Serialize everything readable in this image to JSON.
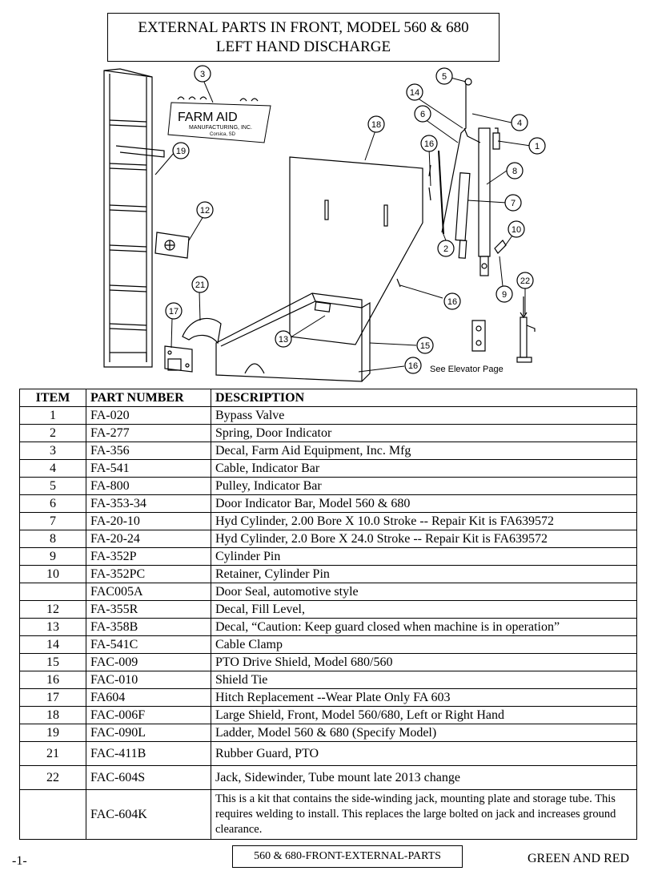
{
  "title": {
    "line1": "EXTERNAL PARTS IN FRONT, MODEL 560 & 680",
    "line2": "LEFT HAND DISCHARGE"
  },
  "diagram": {
    "callouts": [
      "3",
      "5",
      "14",
      "6",
      "4",
      "1",
      "18",
      "16",
      "19",
      "8",
      "7",
      "12",
      "10",
      "2",
      "21",
      "16",
      "22",
      "17",
      "9",
      "13",
      "15",
      "16"
    ],
    "decal_logo": {
      "line1": "FARM AID",
      "line2": "MANUFACTURING, INC.",
      "line3": "Corsica, SD"
    },
    "note": "See Elevator Page"
  },
  "table": {
    "headers": {
      "item": "ITEM",
      "part_number": "PART NUMBER",
      "description": "DESCRIPTION"
    },
    "rows": [
      {
        "item": "1",
        "pn": "FA-020",
        "desc": "Bypass Valve"
      },
      {
        "item": "2",
        "pn": "FA-277",
        "desc": "Spring, Door Indicator"
      },
      {
        "item": "3",
        "pn": "FA-356",
        "desc": "Decal, Farm Aid Equipment, Inc. Mfg"
      },
      {
        "item": "4",
        "pn": "FA-541",
        "desc": "Cable, Indicator Bar"
      },
      {
        "item": "5",
        "pn": "FA-800",
        "desc": "Pulley, Indicator Bar"
      },
      {
        "item": "6",
        "pn": "FA-353-34",
        "desc": "Door Indicator Bar, Model 560 & 680"
      },
      {
        "item": "7",
        "pn": "FA-20-10",
        "desc": "Hyd Cylinder, 2.00 Bore X 10.0 Stroke -- Repair Kit is FA639572"
      },
      {
        "item": "8",
        "pn": "FA-20-24",
        "desc": "Hyd Cylinder, 2.0 Bore X 24.0 Stroke -- Repair Kit is FA639572"
      },
      {
        "item": "9",
        "pn": "FA-352P",
        "desc": "Cylinder Pin"
      },
      {
        "item": "10",
        "pn": "FA-352PC",
        "desc": "Retainer, Cylinder Pin"
      },
      {
        "item": "",
        "pn": "FAC005A",
        "desc": "Door Seal, automotive style"
      },
      {
        "item": "12",
        "pn": "FA-355R",
        "desc": "Decal, Fill Level,"
      },
      {
        "item": "13",
        "pn": "FA-358B",
        "desc": "Decal, “Caution: Keep guard closed when machine is in operation”"
      },
      {
        "item": "14",
        "pn": "FA-541C",
        "desc": "Cable Clamp"
      },
      {
        "item": "15",
        "pn": "FAC-009",
        "desc": "PTO Drive Shield, Model 680/560"
      },
      {
        "item": "16",
        "pn": "FAC-010",
        "desc": "Shield Tie"
      },
      {
        "item": "17",
        "pn": "FA604",
        "desc": "Hitch Replacement --Wear Plate Only FA 603"
      },
      {
        "item": "18",
        "pn": "FAC-006F",
        "desc": "Large Shield, Front, Model 560/680, Left or Right Hand"
      },
      {
        "item": "19",
        "pn": "FAC-090L",
        "desc": "Ladder, Model 560 & 680 (Specify Model)"
      },
      {
        "item": "21",
        "pn": "FAC-411B",
        "desc": "Rubber Guard, PTO"
      },
      {
        "item": "22",
        "pn": "FAC-604S",
        "desc": "Jack, Sidewinder, Tube mount late 2013 change"
      },
      {
        "item": "",
        "pn": "FAC-604K",
        "desc": "This is a kit that contains the side-winding jack, mounting plate and storage tube. This requires welding to install. This replaces the large bolted on jack and increases ground clearance."
      }
    ]
  },
  "footer": {
    "page": "-1-",
    "doc_id": "560 & 680-FRONT-EXTERNAL-PARTS",
    "color": "GREEN AND RED"
  }
}
